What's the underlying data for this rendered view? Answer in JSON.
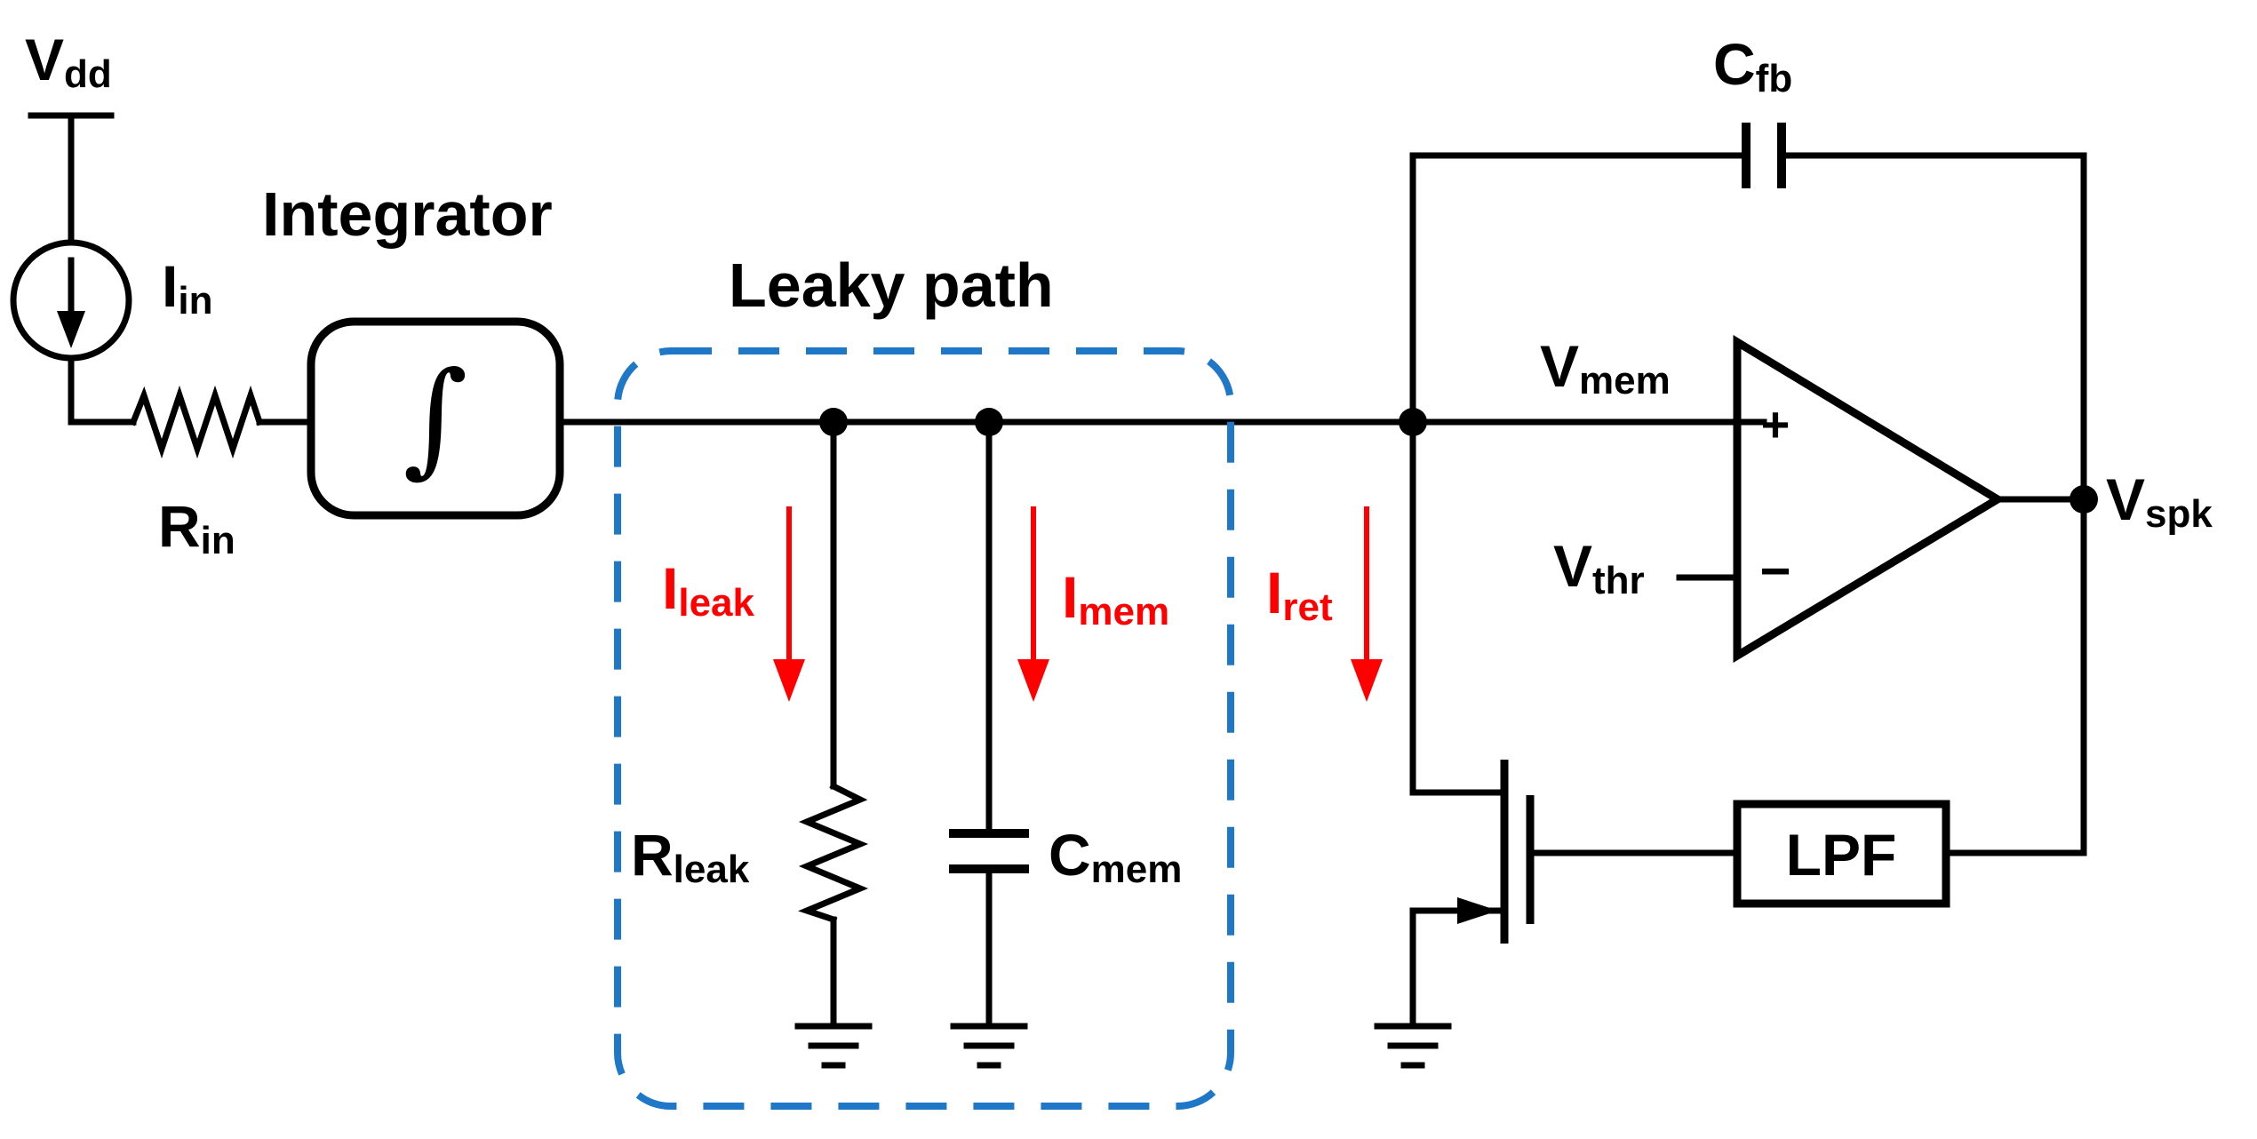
{
  "title_integrator": "Integrator",
  "title_leaky_path": "Leaky path",
  "integral_symbol": "∫",
  "lpf_label": "LPF",
  "opamp_plus": "+",
  "opamp_minus": "−",
  "labels": {
    "vdd": {
      "main": "V",
      "sub": "dd"
    },
    "iin": {
      "main": "I",
      "sub": "in"
    },
    "rin": {
      "main": "R",
      "sub": "in"
    },
    "cfb": {
      "main": "C",
      "sub": "fb"
    },
    "vmem": {
      "main": "V",
      "sub": "mem"
    },
    "vthr": {
      "main": "V",
      "sub": "thr"
    },
    "vspk": {
      "main": "V",
      "sub": "spk"
    },
    "rleak": {
      "main": "R",
      "sub": "leak"
    },
    "cmem": {
      "main": "C",
      "sub": "mem"
    },
    "ileak": {
      "main": "I",
      "sub": "leak"
    },
    "imem": {
      "main": "I",
      "sub": "mem"
    },
    "iret": {
      "main": "I",
      "sub": "ret"
    }
  },
  "colors": {
    "wire": "#000000",
    "current_arrow": "#ff0000",
    "leaky_box": "#1f77c8"
  }
}
